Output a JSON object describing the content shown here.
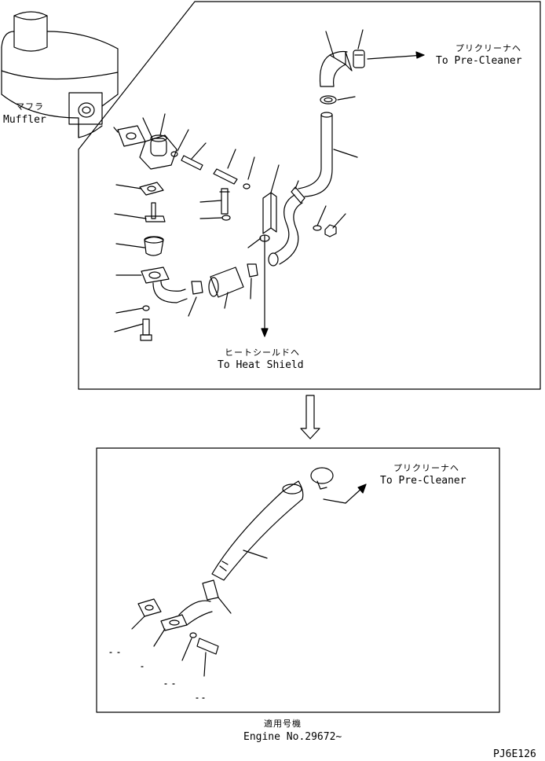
{
  "labels": {
    "muffler_jp": "マフラ",
    "muffler_en": "Muffler",
    "pre_cleaner_jp_top": "プリクリーナヘ",
    "pre_cleaner_en_top": "To Pre-Cleaner",
    "heat_shield_jp": "ヒートシールドヘ",
    "heat_shield_en": "To Heat Shield",
    "pre_cleaner_jp_bottom": "プリクリーナヘ",
    "pre_cleaner_en_bottom": "To Pre-Cleaner",
    "applicable_jp": "適用号機",
    "engine_no": "Engine No.29672~",
    "drawing_code": "PJ6E126"
  },
  "colors": {
    "ink": "#000000",
    "paper": "#ffffff"
  }
}
